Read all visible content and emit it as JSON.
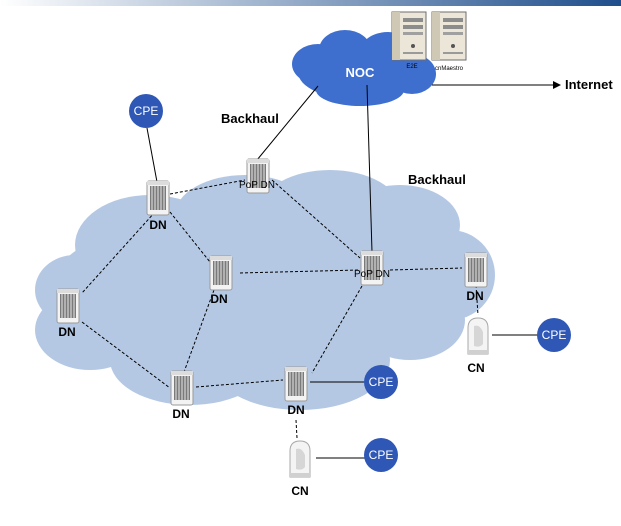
{
  "colors": {
    "header_bar": "#1f4e8c",
    "cloud_fill": "#b4c8e4",
    "noc_cloud_fill": "#3f6fce",
    "cpe_fill": "#2f57b5",
    "link_line": "#000000",
    "node_body": "#f2f2f2",
    "node_grille": "#6a6a6a"
  },
  "noc": {
    "label": "NOC"
  },
  "servers": [
    {
      "label": "E2E",
      "icon": "server-tower-icon"
    },
    {
      "label": "cnMaestro",
      "icon": "server-tower-icon"
    }
  ],
  "internet": {
    "label": "Internet"
  },
  "backhaul_labels": [
    "Backhaul",
    "Backhaul"
  ],
  "nodes": {
    "pop_top": "PoP DN",
    "pop_mid": "PoP DN",
    "dn_top_left": "DN",
    "dn_center": "DN",
    "dn_far_left": "DN",
    "dn_bottom_left": "DN",
    "dn_bottom_center": "DN",
    "dn_right": "DN",
    "cn_right": "CN",
    "cn_bottom": "CN"
  },
  "cpe": {
    "top_left": "CPE",
    "right": "CPE",
    "bottom_center": "CPE",
    "bottom": "CPE"
  }
}
